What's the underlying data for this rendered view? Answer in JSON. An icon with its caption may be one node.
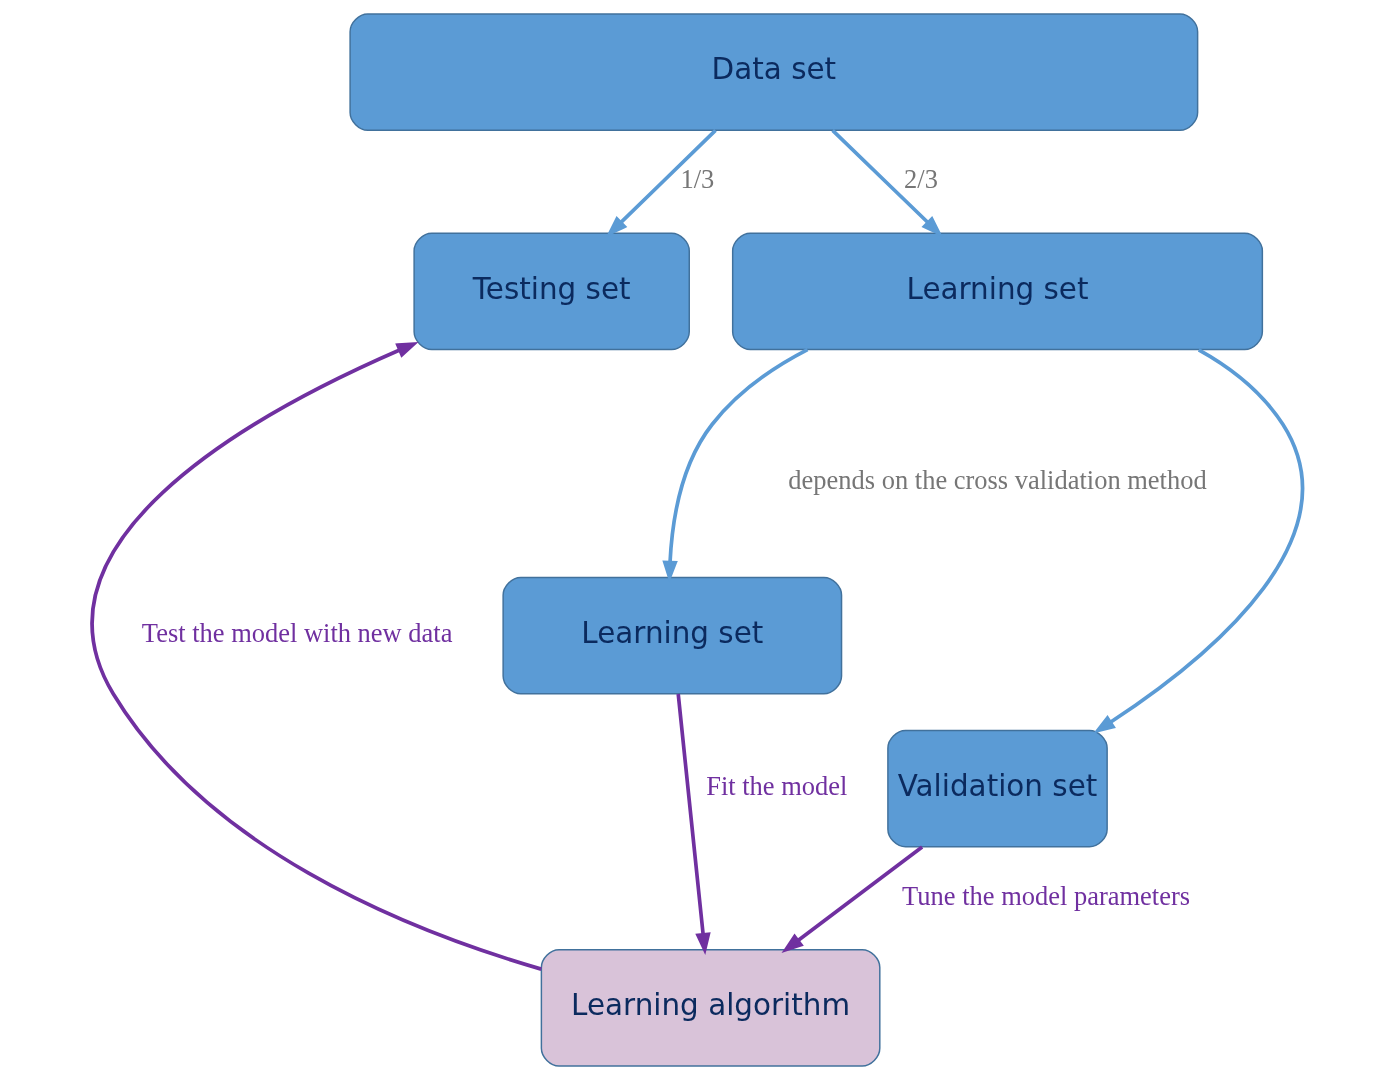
{
  "diagram": {
    "nodes": [
      {
        "text": [
          "Data set"
        ]
      },
      {
        "text": [
          "Testing set"
        ]
      },
      {
        "text": [
          "Learning set"
        ]
      },
      {
        "text": [
          "Validation set"
        ]
      },
      {
        "text": [
          "Learning set"
        ]
      },
      {
        "text": [
          "Learning algorithm"
        ]
      }
    ],
    "edges": [
      {
        "from": 0,
        "to": 1,
        "arrow": "to",
        "label": "1/3",
        "color": "#5b9bd5"
      },
      {
        "from": 0,
        "to": 2,
        "arrow": "to",
        "label": "2/3",
        "color": "#5b9bd5"
      },
      {
        "from": 2,
        "to": 3,
        "arrow": "to",
        "color": "#5b9bd5"
      },
      {
        "from": 2,
        "to": 4,
        "arrow": "to",
        "color": "#5b9bd5"
      },
      {
        "from": 3,
        "to": 5,
        "arrow": "to",
        "label": "Tune the model parameters",
        "color": "#7030a0"
      },
      {
        "from": 4,
        "to": 5,
        "arrow": "to",
        "label": "Fit the model",
        "color": "#7030a0"
      },
      {
        "from": 5,
        "to": 1,
        "arrow": "to",
        "label": "Test the model with new data",
        "color": "#7030a0"
      }
    ],
    "labels": [
      "depends on the cross validation method"
    ]
  }
}
